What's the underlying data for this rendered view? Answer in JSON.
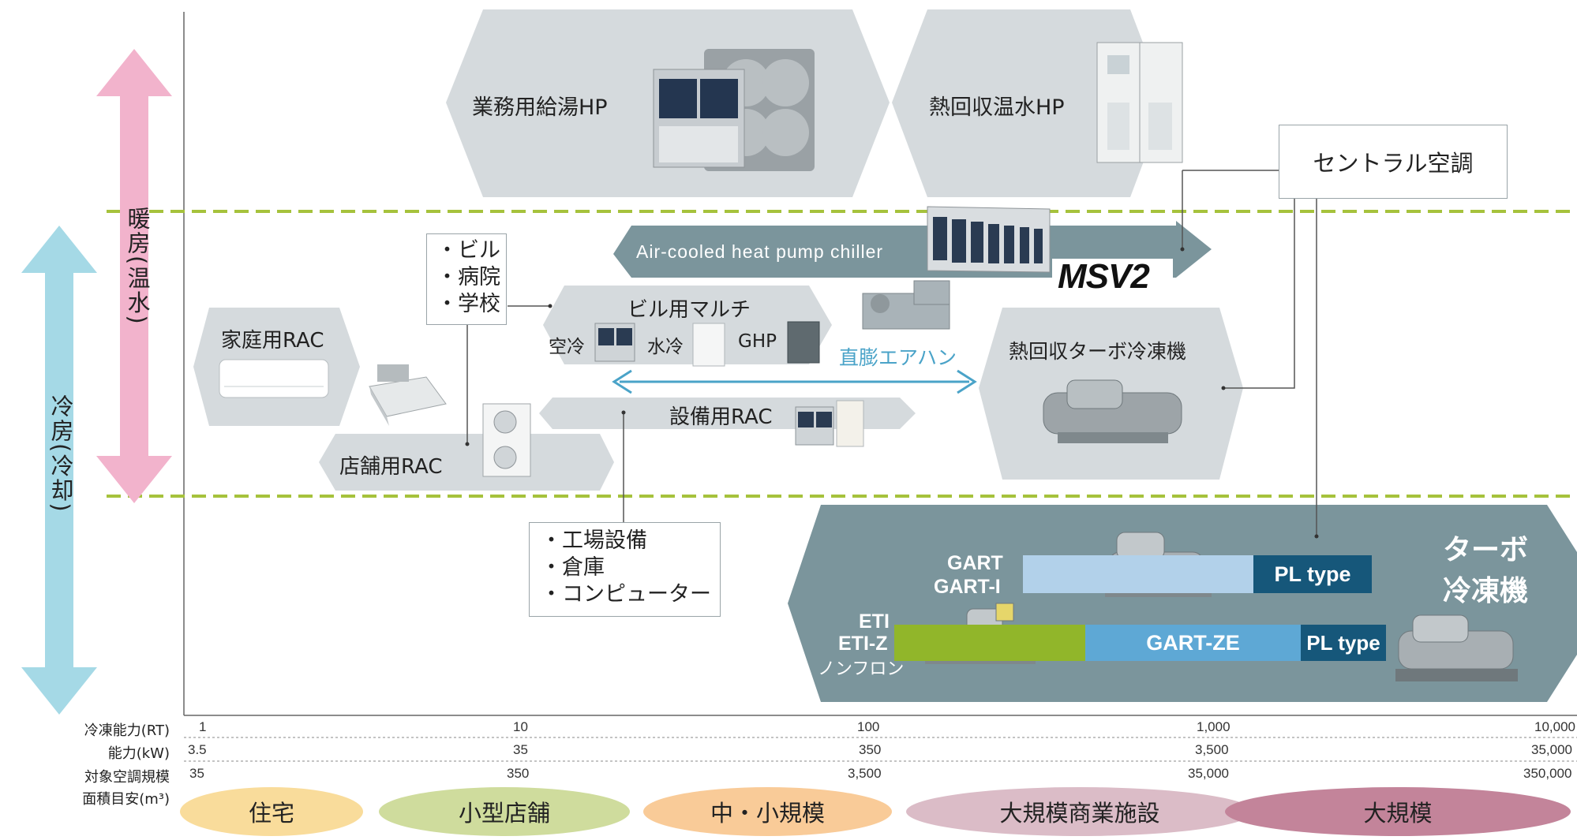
{
  "left_axis": {
    "heating_label": "暖房(温水)",
    "cooling_label": "冷房(冷却)",
    "heating_color": "#f2b3cc",
    "cooling_color": "#a5d9e6"
  },
  "products": {
    "commercial_hot_water_hp": "業務用給湯HP",
    "heat_recovery_hot_water_hp": "熱回収温水HP",
    "air_cooled_chiller": "Air-cooled heat pump chiller",
    "msv2_logo": "MSV2",
    "home_rac": "家庭用RAC",
    "store_rac": "店舗用RAC",
    "building_multi": "ビル用マルチ",
    "building_multi_air": "空冷",
    "building_multi_water": "水冷",
    "building_multi_ghp": "GHP",
    "direct_expansion_ahu": "直膨エアハン",
    "facility_rac": "設備用RAC",
    "heat_recovery_turbo": "熱回収ターボ冷凍機",
    "central_ac": "セントラル空調",
    "turbo_chiller_line1": "ターボ",
    "turbo_chiller_line2": "冷凍機"
  },
  "callouts": {
    "building_uses": [
      "・ビル",
      "・病院",
      "・学校"
    ],
    "factory_uses": [
      "・工場設備",
      "・倉庫",
      "・コンピューター"
    ]
  },
  "turbo_series": {
    "gart_label_1": "GART",
    "gart_label_2": "GART-I",
    "gart_pl": "PL type",
    "eti_label_1": "ETI",
    "eti_label_2": "ETI-Z",
    "eti_label_3": "ノンフロン",
    "gart_ze": "GART-ZE",
    "eti_pl": "PL type"
  },
  "scale": {
    "row1_label": "冷凍能力(RT)",
    "row2_label": "能力(kW)",
    "row3_label_1": "対象空調規模",
    "row3_label_2": "面積目安(m³)",
    "rt": [
      "1",
      "10",
      "100",
      "1,000",
      "10,000"
    ],
    "kw": [
      "3.5",
      "35",
      "350",
      "3,500",
      "35,000"
    ],
    "area": [
      "35",
      "350",
      "3,500",
      "35,000",
      "350,000"
    ]
  },
  "categories": [
    {
      "label": "住宅",
      "color": "#f9dc9b"
    },
    {
      "label": "小型店舗",
      "color": "#cfdc9d"
    },
    {
      "label": "中・小規模",
      "color": "#f9cb98"
    },
    {
      "label": "大規模商業施設",
      "color": "#dbbcc7"
    },
    {
      "label": "大規模",
      "color": "#c3849a"
    }
  ],
  "colors": {
    "light_arrow": "#d5dadd",
    "dark_arrow": "#7b959c",
    "divider": "#a6c23c",
    "teal_text": "#4aa3c8",
    "bar_light_blue": "#b2d1ea",
    "bar_navy": "#16577a",
    "bar_green": "#91b62a",
    "bar_mid_blue": "#5ea8d5"
  }
}
